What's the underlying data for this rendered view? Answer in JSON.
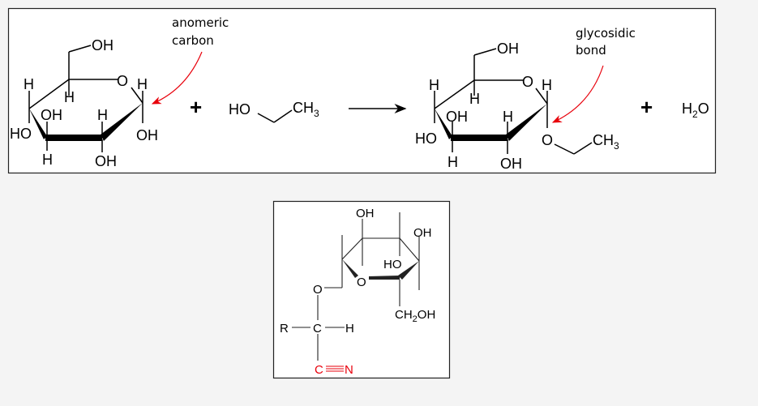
{
  "reaction": {
    "title": "Glycosidic bond formation",
    "colors": {
      "annotation": "#e8000b",
      "bond": "#000000",
      "panel_bg": "#ffffff",
      "page_bg": "#f4f4f4"
    },
    "reactant_sugar": {
      "labels": {
        "ch2oh_oh": "OH",
        "ring_o": "O",
        "c1_h": "H",
        "c1_oh": "OH",
        "c5_h": "H",
        "c4_h": "H",
        "c4_ho": "HO",
        "c3_oh": "OH",
        "c3_h": "H",
        "c2_h": "H",
        "c2_oh": "OH"
      },
      "annotation": {
        "line1": "anomeric",
        "line2": "carbon"
      }
    },
    "plus1": "+",
    "ethanol": {
      "ho": "HO",
      "ch": "CH",
      "sub": "3"
    },
    "arrow": "reaction-arrow",
    "product_sugar": {
      "labels": {
        "ch2oh_oh": "OH",
        "ring_o": "O",
        "c1_h": "H",
        "c1_o": "O",
        "c5_h": "H",
        "c4_h": "H",
        "c4_ho": "HO",
        "c3_oh": "OH",
        "c3_h": "H",
        "c2_h": "H",
        "c2_oh": "OH",
        "ch3": "CH",
        "ch3_sub": "3"
      },
      "annotation": {
        "line1": "glycosidic",
        "line2": "bond"
      }
    },
    "plus2": "+",
    "water": {
      "h": "H",
      "sub": "2",
      "o": "O"
    }
  },
  "cyanoglycoside": {
    "title": "Cyanogenic glycoside",
    "labels": {
      "top_oh": "OH",
      "right_oh": "OH",
      "inner_ho": "HO",
      "ring_o": "O",
      "ch2oh_a": "CH",
      "ch2oh_sub": "2",
      "ch2oh_b": "OH",
      "link_o": "O",
      "r": "R",
      "c": "C",
      "h": "H",
      "nitrile_c": "C",
      "nitrile_n": "N"
    },
    "colors": {
      "nitrile": "#e8000b"
    }
  }
}
